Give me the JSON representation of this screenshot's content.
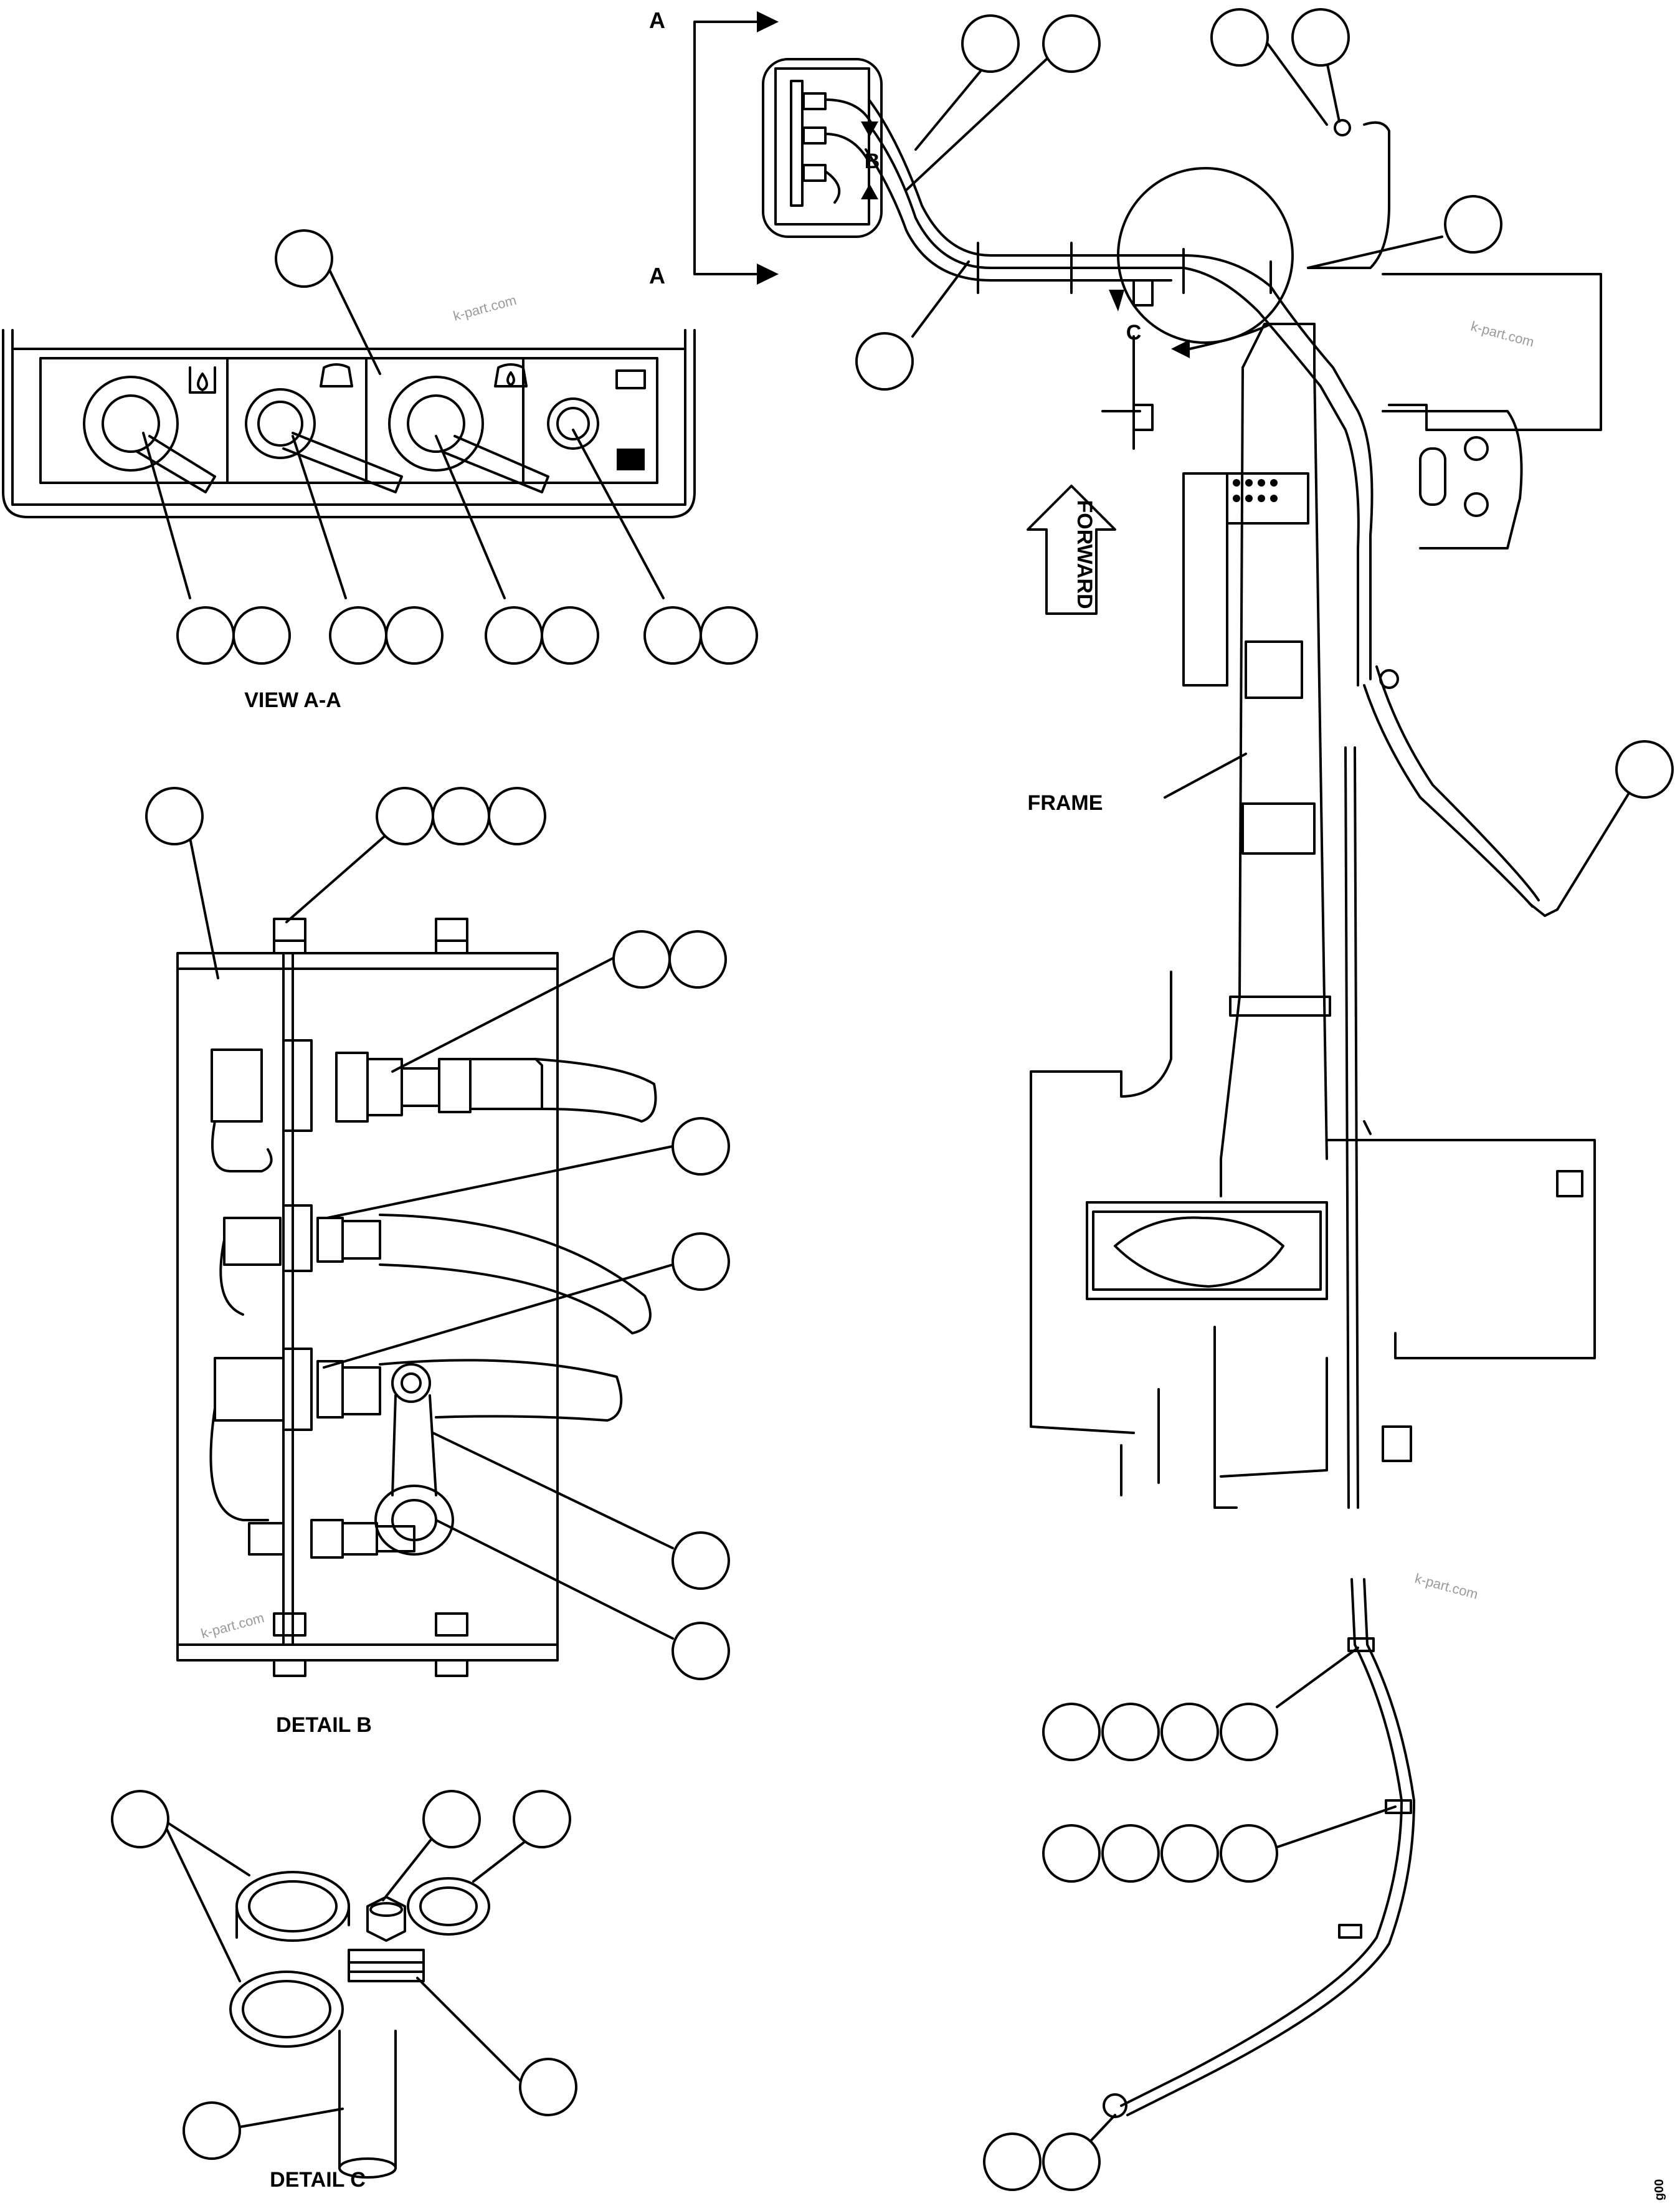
{
  "labels": {
    "view_aa": "VIEW A-A",
    "detail_b": "DETAIL B",
    "detail_c": "DETAIL C",
    "frame": "FRAME",
    "forward": "FORWARD",
    "section_a_top": "A",
    "section_a_bottom": "A",
    "marker_b": "B",
    "marker_c": "C"
  },
  "watermark": "k-part.com",
  "figure_id": "g00"
}
